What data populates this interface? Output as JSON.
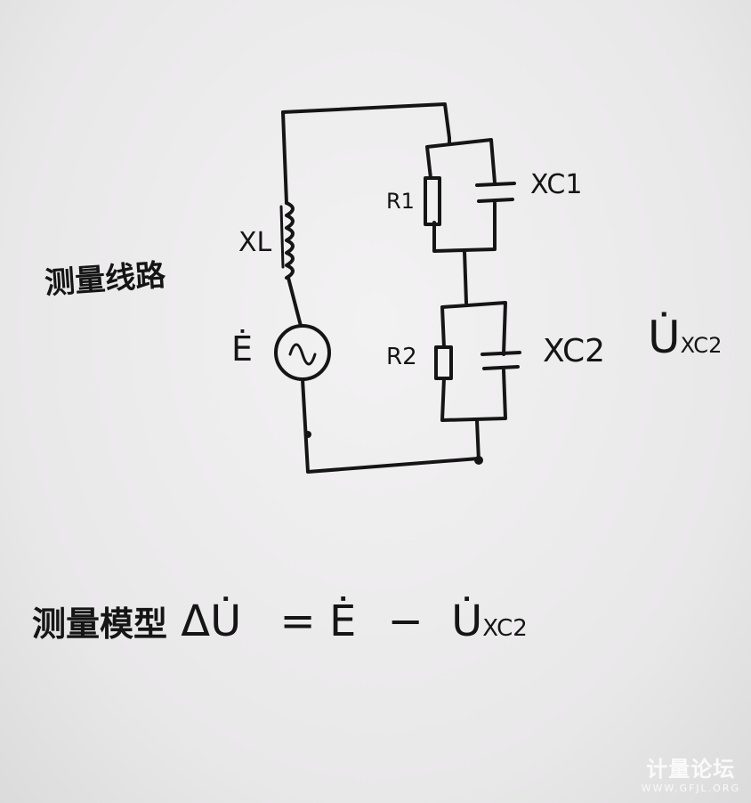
{
  "diagram": {
    "side_note": "测量线路",
    "labels": {
      "inductor": "XL",
      "source": "Ė",
      "r1": "R1",
      "xc1": "XC1",
      "r2": "R2",
      "xc2": "XC2",
      "u_xc2": "U̇",
      "u_xc2_sub": "XC2"
    },
    "formula": {
      "prefix": "测量模型",
      "lhs": "ΔU̇",
      "eq": "=",
      "e": "Ė",
      "minus": "−",
      "u": "U̇",
      "u_sub": "XC2"
    }
  },
  "watermark": {
    "name": "计量论坛",
    "url": "WWW.GFJL.ORG"
  }
}
